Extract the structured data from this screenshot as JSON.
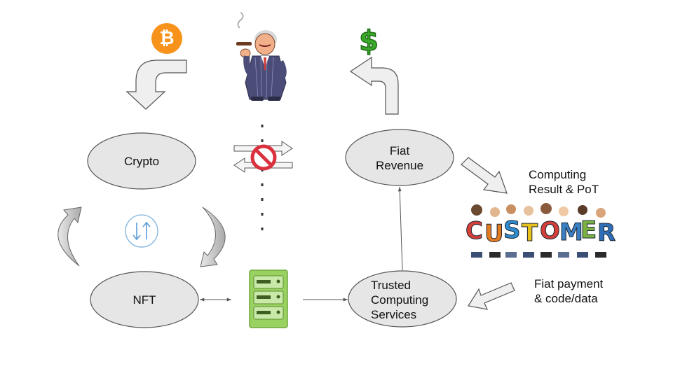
{
  "nodes": {
    "crypto": "Crypto",
    "nft": "NFT",
    "fiat_revenue": [
      "Fiat",
      "Revenue"
    ],
    "trusted_computing_services": [
      "Trusted",
      "Computing",
      "Services"
    ]
  },
  "side_labels": {
    "computing_result": [
      "Computing",
      "Result & PoT"
    ],
    "fiat_payment": [
      "Fiat payment",
      "& code/data"
    ]
  },
  "icons": {
    "bitcoin": {
      "glyph": "₿",
      "color": "#f7931a"
    },
    "dollar": {
      "glyph": "$",
      "color": "#3aa829"
    },
    "swap": {
      "name": "swap-arrows-icon",
      "color": "#5b9bd5"
    },
    "server": {
      "name": "server-icon",
      "color": "#8fce59"
    },
    "prohibited": {
      "name": "no-sign-icon",
      "color": "#d9313e"
    }
  },
  "customer_banner": {
    "letters": [
      "C",
      "U",
      "S",
      "T",
      "O",
      "M",
      "E",
      "R"
    ],
    "colors": [
      "#d43f3a",
      "#e07b22",
      "#2e8bd0",
      "#e8c21a",
      "#d43f3a",
      "#3a7fc4",
      "#7bb342",
      "#2e6fb8"
    ]
  }
}
